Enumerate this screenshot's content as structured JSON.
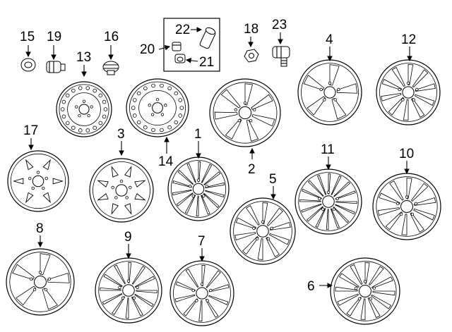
{
  "callouts": [
    "15",
    "19",
    "16",
    "13",
    "14",
    "20",
    "22",
    "21",
    "18",
    "23",
    "4",
    "12",
    "17",
    "3",
    "1",
    "2",
    "11",
    "10",
    "5",
    "8",
    "9",
    "7",
    "6"
  ],
  "accent_color": "#000000",
  "background_color": "#ffffff"
}
